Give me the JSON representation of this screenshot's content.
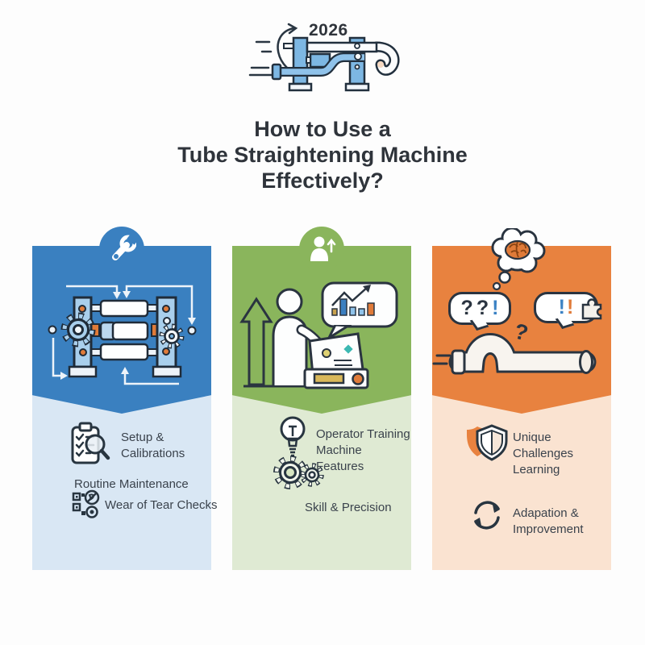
{
  "header": {
    "year": "2026",
    "title_lines": [
      "How to Use a",
      "Tube Straightening Machine",
      "Effectively?"
    ],
    "hero_icon": "tube-straightening-machine-icon"
  },
  "colors": {
    "blue": "#3a80c0",
    "blue_light": "#d9e7f4",
    "green": "#8ab55c",
    "green_light": "#dfead3",
    "orange": "#e8823f",
    "orange_light": "#fae3d1",
    "outline_dark": "#2a3440",
    "accent_orange": "#e07b39",
    "accent_blue": "#3b82c4"
  },
  "columns": [
    {
      "name": "setup-and-maintenance",
      "badge_icon": "wrench-icon",
      "illustration": "roller-machine-cycle-icon",
      "items": [
        {
          "icon": "checklist-magnifier-icon",
          "label": "Setup &\nCalibrations"
        },
        {
          "icon": "",
          "label": "Routine Maintenance"
        },
        {
          "icon": "wear-check-icon",
          "label": "Wear of Tear Checks"
        }
      ]
    },
    {
      "name": "operator-training",
      "badge_icon": "person-up-arrow-icon",
      "illustration": "operator-at-console-icon",
      "items": [
        {
          "icon": "lightbulb-icon",
          "label": "Operator Training\nMachine Features"
        },
        {
          "icon": "gears-icon",
          "label": ""
        },
        {
          "icon": "",
          "label": "Skill & Precision"
        }
      ]
    },
    {
      "name": "challenges-and-adaptation",
      "badge_icon": "brain-thought-bubble-icon",
      "illustration": "bent-tube-confusion-icon",
      "items": [
        {
          "icon": "shield-icon",
          "label": "Unique Challenges\nLearning"
        },
        {
          "icon": "refresh-icon",
          "label": "Adapation &\nImprovement"
        }
      ]
    }
  ],
  "illustration_text": {
    "left_bubble": {
      "ch1": "?",
      "ch2": "?",
      "ch3": "!"
    },
    "right_bubble": {
      "ch1": "!",
      "ch2": "!"
    },
    "tube_question": "?"
  }
}
